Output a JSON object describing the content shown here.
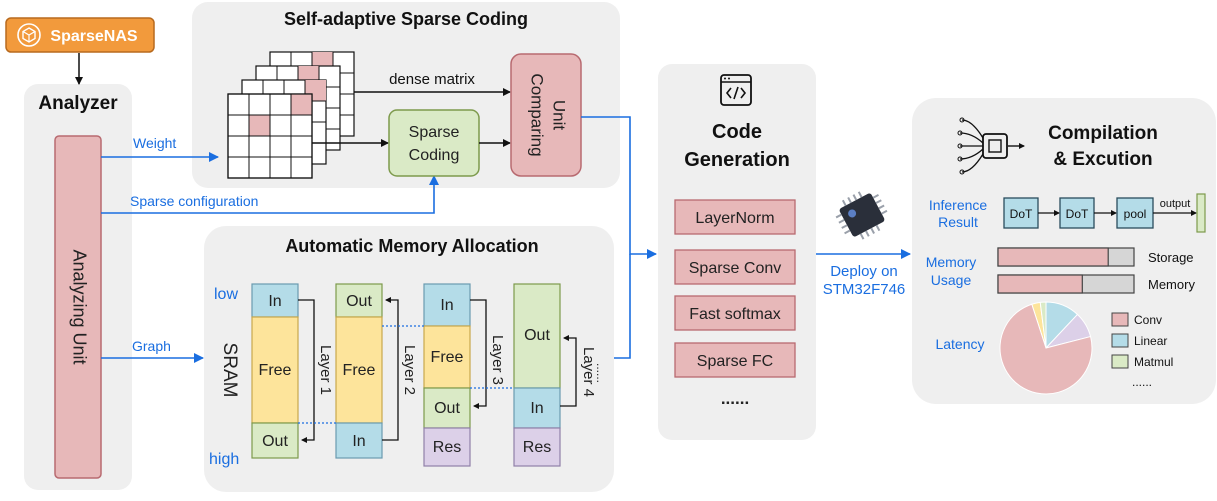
{
  "badge": {
    "label": "SparseNAS"
  },
  "analyzer": {
    "title": "Analyzer",
    "unit": "Analyzing Unit"
  },
  "edges": {
    "weight": "Weight",
    "sparse_config": "Sparse configuration",
    "graph": "Graph",
    "dense_matrix": "dense matrix",
    "deploy_line1": "Deploy on",
    "deploy_line2": "STM32F746"
  },
  "sparse_coding": {
    "title": "Self-adaptive Sparse Coding",
    "block_line1": "Sparse",
    "block_line2": "Coding",
    "comparing_line1": "Comparing",
    "comparing_line2": "Unit"
  },
  "memory": {
    "title": "Automatic Memory Allocation",
    "low": "low",
    "high": "high",
    "sram": "SRAM",
    "layers": [
      "Layer 1",
      "Layer 2",
      "Layer 3",
      "Layer 4"
    ],
    "ellipsis": "......",
    "col1": [
      "In",
      "Free",
      "Out"
    ],
    "col2": [
      "Out",
      "Free",
      "In"
    ],
    "col3": [
      "In",
      "Free",
      "Out",
      "Res"
    ],
    "col4": [
      "Out",
      "In",
      "Res"
    ]
  },
  "codegen": {
    "title_line1": "Code",
    "title_line2": "Generation",
    "items": [
      "LayerNorm",
      "Sparse Conv",
      "Fast softmax",
      "Sparse FC"
    ],
    "more": "......"
  },
  "compilation": {
    "title_line1": "Compilation",
    "title_line2": "& Excution",
    "inference_line1": "Inference",
    "inference_line2": "Result",
    "pipeline": [
      "DoT",
      "DoT",
      "pool"
    ],
    "output": "output",
    "memory_line1": "Memory",
    "memory_line2": "Usage",
    "bars": [
      {
        "label": "Storage",
        "fraction": 0.81
      },
      {
        "label": "Memory",
        "fraction": 0.62
      }
    ],
    "latency": "Latency",
    "legend": [
      "Conv",
      "Linear",
      "Matmul"
    ],
    "legend_more": "......",
    "pie_fractions": [
      0.74,
      0.09,
      0.12,
      0.03,
      0.02
    ]
  },
  "colors": {
    "panel": "#efefef",
    "pink": "#e7b8b9",
    "pink_border": "#b86a70",
    "green": "#daeac6",
    "green_border": "#7d9a4c",
    "blue": "#b4dce8",
    "blue_border": "#6a9bb0",
    "yellow": "#fde49b",
    "yellow_border": "#c8a84c",
    "purple": "#dcd0e8",
    "purple_border": "#9080a8",
    "link": "#1a6ee0",
    "orange": "#f29a3c"
  }
}
